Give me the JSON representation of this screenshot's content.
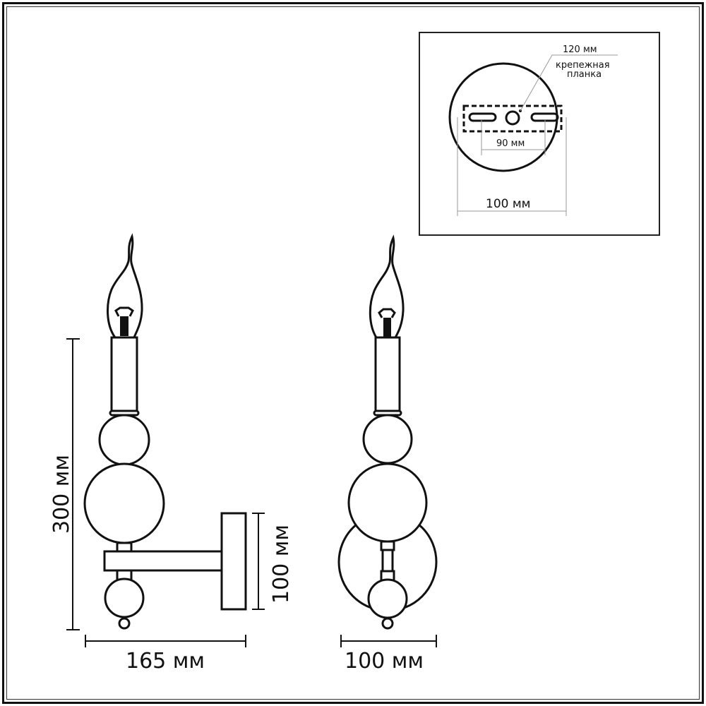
{
  "drawing": {
    "colors": {
      "line": "#111111",
      "background": "#ffffff",
      "leader": "#999999"
    },
    "mounting_plate_detail": {
      "plate_length_label": "120 мм",
      "plate_caption_line1": "крепежная",
      "plate_caption_line2": "планка",
      "hole_spacing_label": "90 мм",
      "base_diameter_label": "100 мм"
    },
    "side_view": {
      "height_label": "300 мм",
      "depth_label": "165 мм",
      "wall_plate_label": "100 мм"
    },
    "front_view": {
      "width_label": "100 мм"
    }
  }
}
